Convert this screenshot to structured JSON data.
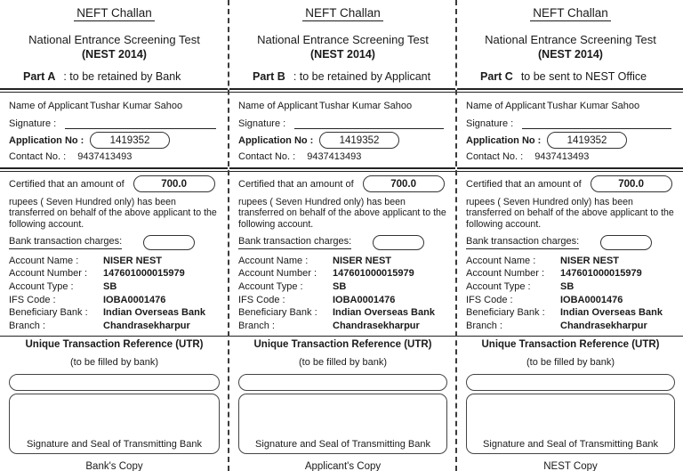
{
  "challan": {
    "header": {
      "title": "NEFT Challan",
      "subtitle": "National Entrance Screening Test",
      "edition": "(NEST 2014)"
    },
    "parts": [
      {
        "label": "Part A",
        "desc": ": to be retained by Bank",
        "copy": "Bank's Copy"
      },
      {
        "label": "Part B",
        "desc": ": to be retained by Applicant",
        "copy": "Applicant's Copy"
      },
      {
        "label": "Part C",
        "desc": "to be sent to NEST Office",
        "copy": "NEST Copy"
      }
    ],
    "applicant": {
      "name_label": "Name of Applicant",
      "name": "Tushar Kumar Sahoo",
      "signature_label": "Signature :",
      "application_no_label": "Application No :",
      "application_no": "1419352",
      "contact_label": "Contact No. :",
      "contact_no": "9437413493"
    },
    "payment": {
      "certified_label": "Certified that an amount of",
      "amount": "700.0",
      "rupees_text": "rupees ( Seven Hundred only) has been transferred on behalf of the above applicant to the following account.",
      "bank_charges_label": "Bank transaction charges:"
    },
    "account": {
      "rows": [
        {
          "label": "Account Name :",
          "value": "NISER NEST"
        },
        {
          "label": "Account Number :",
          "value": "147601000015979"
        },
        {
          "label": "Account Type :",
          "value": "SB"
        },
        {
          "label": "IFS Code :",
          "value": "IOBA0001476"
        },
        {
          "label": "Beneficiary Bank :",
          "value": "Indian Overseas Bank"
        },
        {
          "label": "Branch :",
          "value": "Chandrasekharpur"
        }
      ]
    },
    "utr": {
      "title": "Unique Transaction Reference (UTR)",
      "subtitle": "(to be filled by bank)",
      "seal_label": "Signature and Seal of Transmitting Bank"
    },
    "colors": {
      "text": "#1a1a1a",
      "line": "#222222",
      "background": "#ffffff"
    }
  }
}
